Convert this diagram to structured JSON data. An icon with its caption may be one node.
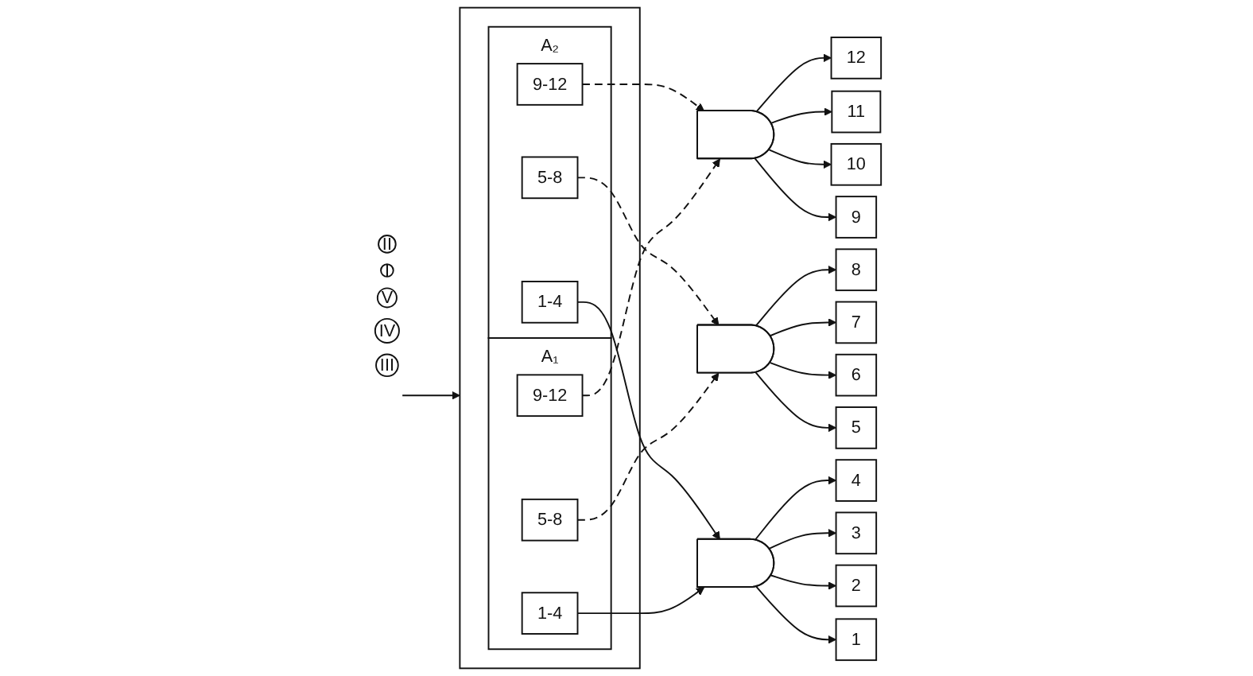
{
  "diagram": {
    "nodes": [
      {
        "text": [
          "II"
        ]
      },
      {
        "text": [
          "I"
        ]
      },
      {
        "text": [],
        "shape": "box"
      },
      {
        "text": [
          "A₂"
        ],
        "in": 2
      },
      {
        "text": [
          "9-12"
        ],
        "in": 3
      },
      {
        "text": [
          "5-8"
        ],
        "in": 3
      },
      {
        "text": [
          "1-4"
        ],
        "in": 3
      },
      {
        "text": [
          "A₁"
        ],
        "in": 2
      },
      {
        "text": [
          "9-12"
        ],
        "in": 7
      },
      {
        "text": [
          "5-8"
        ],
        "in": 7
      },
      {
        "text": [
          "1-4"
        ],
        "in": 7
      },
      {
        "text": [
          "V"
        ]
      },
      {
        "text": [
          "IV"
        ]
      },
      {
        "text": [
          "III"
        ]
      },
      {
        "text": [],
        "shape": "semicircle"
      },
      {
        "text": [],
        "shape": "semicircle"
      },
      {
        "text": [],
        "shape": "semicircle"
      },
      {
        "text": [
          "12"
        ]
      },
      {
        "text": [
          "11"
        ]
      },
      {
        "text": [
          "10"
        ]
      },
      {
        "text": [
          "9"
        ]
      },
      {
        "text": [
          "8"
        ]
      },
      {
        "text": [
          "7"
        ]
      },
      {
        "text": [
          "6"
        ]
      },
      {
        "text": [
          "5"
        ]
      },
      {
        "text": [
          "4"
        ]
      },
      {
        "text": [
          "3"
        ]
      },
      {
        "text": [
          "2"
        ]
      },
      {
        "text": [
          "1"
        ]
      }
    ],
    "edges": [
      {
        "from": null,
        "to": 2,
        "arrow": "to"
      },
      {
        "from": 4,
        "to": 14,
        "arrow": "to",
        "style": "dashed"
      },
      {
        "from": 5,
        "to": 15,
        "arrow": "to",
        "style": "dashed"
      },
      {
        "from": 6,
        "to": 16,
        "arrow": "to"
      },
      {
        "from": 8,
        "to": 14,
        "arrow": "to",
        "style": "dashed"
      },
      {
        "from": 9,
        "to": 15,
        "arrow": "to",
        "style": "dashed"
      },
      {
        "from": 10,
        "to": 16,
        "arrow": "to"
      },
      {
        "from": 14,
        "to": 17,
        "arrow": "to"
      },
      {
        "from": 14,
        "to": 18,
        "arrow": "to"
      },
      {
        "from": 14,
        "to": 19,
        "arrow": "to"
      },
      {
        "from": 14,
        "to": 20,
        "arrow": "to"
      },
      {
        "from": 15,
        "to": 21,
        "arrow": "to"
      },
      {
        "from": 15,
        "to": 22,
        "arrow": "to"
      },
      {
        "from": 15,
        "to": 23,
        "arrow": "to"
      },
      {
        "from": 15,
        "to": 24,
        "arrow": "to"
      },
      {
        "from": 16,
        "to": 25,
        "arrow": "to"
      },
      {
        "from": 16,
        "to": 26,
        "arrow": "to"
      },
      {
        "from": 16,
        "to": 27,
        "arrow": "to"
      },
      {
        "from": 16,
        "to": 28,
        "arrow": "to"
      }
    ]
  }
}
